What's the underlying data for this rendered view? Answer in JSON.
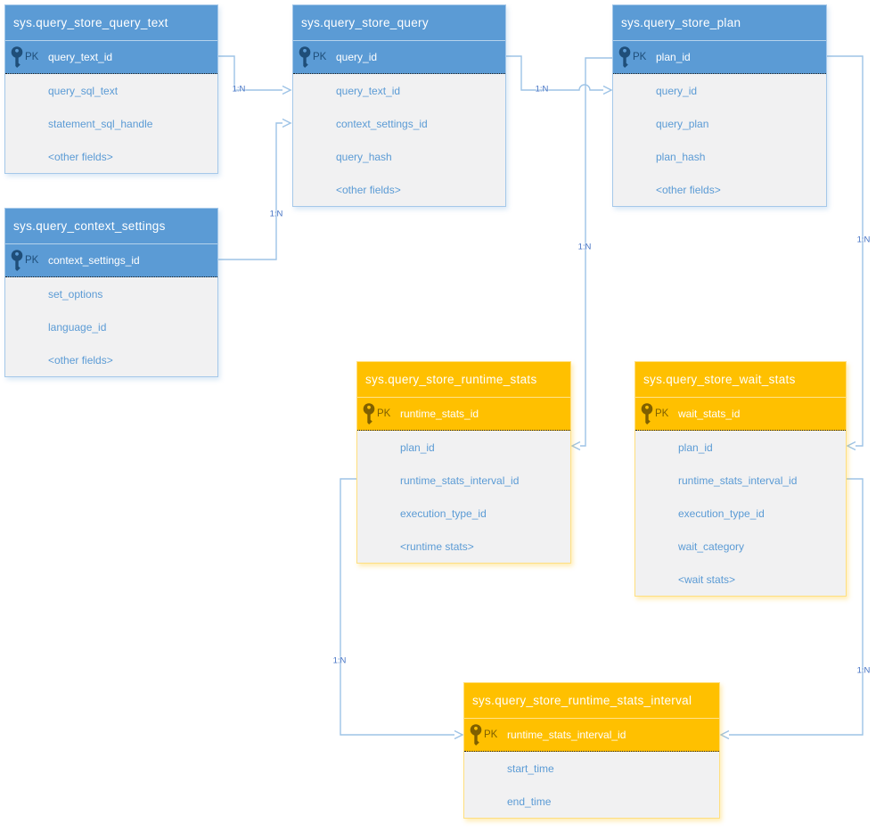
{
  "palette": {
    "blue_header": "#5B9BD5",
    "orange_header": "#FFC000",
    "field_text_color": "#5B9BD5",
    "connector_color": "#9DC3E6",
    "relation_label_color": "#4472C4"
  },
  "entities": [
    {
      "title": "sys.query_store_query_text",
      "theme": "blue",
      "pk_label": "PK",
      "pk_field": "query_text_id",
      "fields": [
        "query_sql_text",
        "statement_sql_handle",
        "<other fields>"
      ]
    },
    {
      "title": "sys.query_store_query",
      "theme": "blue",
      "pk_label": "PK",
      "pk_field": "query_id",
      "fields": [
        "query_text_id",
        "context_settings_id",
        "query_hash",
        "<other fields>"
      ]
    },
    {
      "title": "sys.query_store_plan",
      "theme": "blue",
      "pk_label": "PK",
      "pk_field": "plan_id",
      "fields": [
        "query_id",
        "query_plan",
        "plan_hash",
        "<other fields>"
      ]
    },
    {
      "title": "sys.query_context_settings",
      "theme": "blue",
      "pk_label": "PK",
      "pk_field": "context_settings_id",
      "fields": [
        "set_options",
        "language_id",
        "<other fields>"
      ]
    },
    {
      "title": "sys.query_store_runtime_stats",
      "theme": "orange",
      "pk_label": "PK",
      "pk_field": "runtime_stats_id",
      "fields": [
        "plan_id",
        "runtime_stats_interval_id",
        "execution_type_id",
        "<runtime stats>"
      ]
    },
    {
      "title": "sys.query_store_wait_stats",
      "theme": "orange",
      "pk_label": "PK",
      "pk_field": "wait_stats_id",
      "fields": [
        "plan_id",
        "runtime_stats_interval_id",
        "execution_type_id",
        "wait_category",
        "<wait stats>"
      ]
    },
    {
      "title": "sys.query_store_runtime_stats_interval",
      "theme": "orange",
      "pk_label": "PK",
      "pk_field": "runtime_stats_interval_id",
      "fields": [
        "start_time",
        "end_time"
      ]
    }
  ],
  "connectors": [
    {
      "label": "1:N",
      "from": "sys.query_store_query_text.query_text_id",
      "to": "sys.query_store_query.query_text_id"
    },
    {
      "label": "1:N",
      "from": "sys.query_context_settings.context_settings_id",
      "to": "sys.query_store_query.context_settings_id"
    },
    {
      "label": "1:N",
      "from": "sys.query_store_query.query_id",
      "to": "sys.query_store_plan.query_id"
    },
    {
      "label": "1:N",
      "from": "sys.query_store_plan.plan_id",
      "to": "sys.query_store_runtime_stats.plan_id"
    },
    {
      "label": "1:N",
      "from": "sys.query_store_plan.plan_id",
      "to": "sys.query_store_wait_stats.plan_id"
    },
    {
      "label": "1:N",
      "from": "sys.query_store_runtime_stats.runtime_stats_interval_id",
      "to": "sys.query_store_runtime_stats_interval.runtime_stats_interval_id"
    },
    {
      "label": "1:N",
      "from": "sys.query_store_wait_stats.runtime_stats_interval_id",
      "to": "sys.query_store_runtime_stats_interval.runtime_stats_interval_id"
    }
  ]
}
